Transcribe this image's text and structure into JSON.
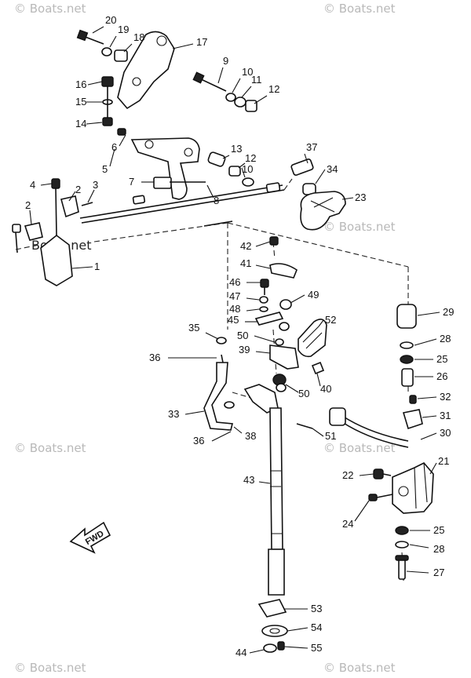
{
  "watermark": {
    "text": "© Boats.net",
    "dark_text": "Boats.net"
  },
  "fwd_label": "FWD",
  "callouts": [
    "1",
    "2",
    "2",
    "3",
    "4",
    "5",
    "6",
    "7",
    "8",
    "9",
    "10",
    "10",
    "11",
    "12",
    "12",
    "13",
    "14",
    "15",
    "16",
    "17",
    "18",
    "19",
    "20",
    "21",
    "22",
    "23",
    "24",
    "25",
    "25",
    "26",
    "27",
    "28",
    "28",
    "29",
    "30",
    "31",
    "32",
    "33",
    "34",
    "35",
    "36",
    "36",
    "37",
    "38",
    "39",
    "40",
    "41",
    "42",
    "43",
    "44",
    "45",
    "46",
    "47",
    "48",
    "49",
    "50",
    "50",
    "51",
    "52",
    "53",
    "54",
    "55"
  ]
}
